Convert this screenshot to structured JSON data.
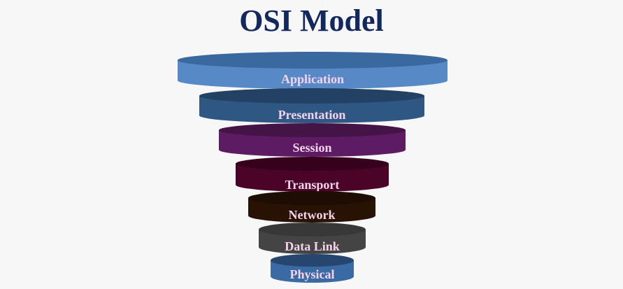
{
  "title": "OSI Model",
  "layers": [
    {
      "name": "Application",
      "side": "#5689c6",
      "top": "#3a69a0"
    },
    {
      "name": "Presentation",
      "side": "#2e5883",
      "top": "#234263"
    },
    {
      "name": "Session",
      "side": "#5c1b63",
      "top": "#451447"
    },
    {
      "name": "Transport",
      "side": "#4b0328",
      "top": "#35011c"
    },
    {
      "name": "Network",
      "side": "#281204",
      "top": "#1e0d03"
    },
    {
      "name": "Data Link",
      "side": "#444444",
      "top": "#383838"
    },
    {
      "name": "Physical",
      "side": "#3a6aa3",
      "top": "#26466f"
    }
  ]
}
